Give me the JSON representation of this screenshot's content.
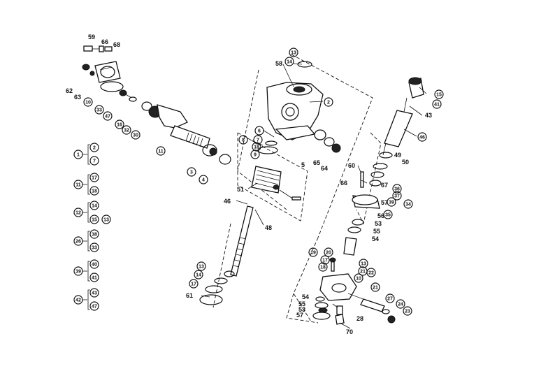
{
  "callouts": {
    "c59": "59",
    "c66a": "66",
    "c68": "68",
    "c62": "62",
    "c63": "63",
    "c10a": "10",
    "c33": "33",
    "c47a": "47",
    "c16a": "16",
    "c32": "32",
    "c30": "30",
    "c11": "11",
    "c3": "3",
    "c4": "4",
    "c13a": "13",
    "c14a": "14",
    "c58": "58",
    "c2": "2",
    "c8": "8",
    "c6": "6",
    "c7": "7",
    "c18a": "18",
    "c9": "9",
    "c5": "5",
    "c65": "65",
    "c64": "64",
    "c51": "51",
    "c46": "46",
    "c48": "48",
    "c13b": "13",
    "c14b": "14",
    "c17a": "17",
    "c61": "61",
    "c15": "15",
    "c41": "41",
    "c43": "43",
    "c49": "49",
    "c50": "50",
    "c60": "60",
    "c66b": "66",
    "c67": "67",
    "c36": "36",
    "c37": "37",
    "c39": "39",
    "c34": "34",
    "c35": "35",
    "c57a": "57",
    "c56": "56",
    "c53a": "53",
    "c55a": "55",
    "c54a": "54",
    "c19": "19",
    "c20": "20",
    "c17b": "17",
    "c18b": "18",
    "c13c": "13",
    "c21a": "21",
    "c22": "22",
    "c10b": "10",
    "c21b": "21",
    "c27": "27",
    "c24": "24",
    "c23": "23",
    "c54b": "54",
    "c55b": "55",
    "c53b": "53",
    "c57b": "57",
    "c28": "28",
    "c70": "70"
  },
  "legend": [
    {
      "key": "1",
      "items": [
        "2",
        "7"
      ]
    },
    {
      "key": "11",
      "items": [
        "17",
        "18"
      ]
    },
    {
      "key": "12",
      "items": [
        "14",
        "15",
        "13"
      ]
    },
    {
      "key": "26",
      "items": [
        "38",
        "33"
      ]
    },
    {
      "key": "39",
      "items": [
        "40",
        "41"
      ]
    },
    {
      "key": "42",
      "items": [
        "43",
        "47"
      ]
    }
  ]
}
